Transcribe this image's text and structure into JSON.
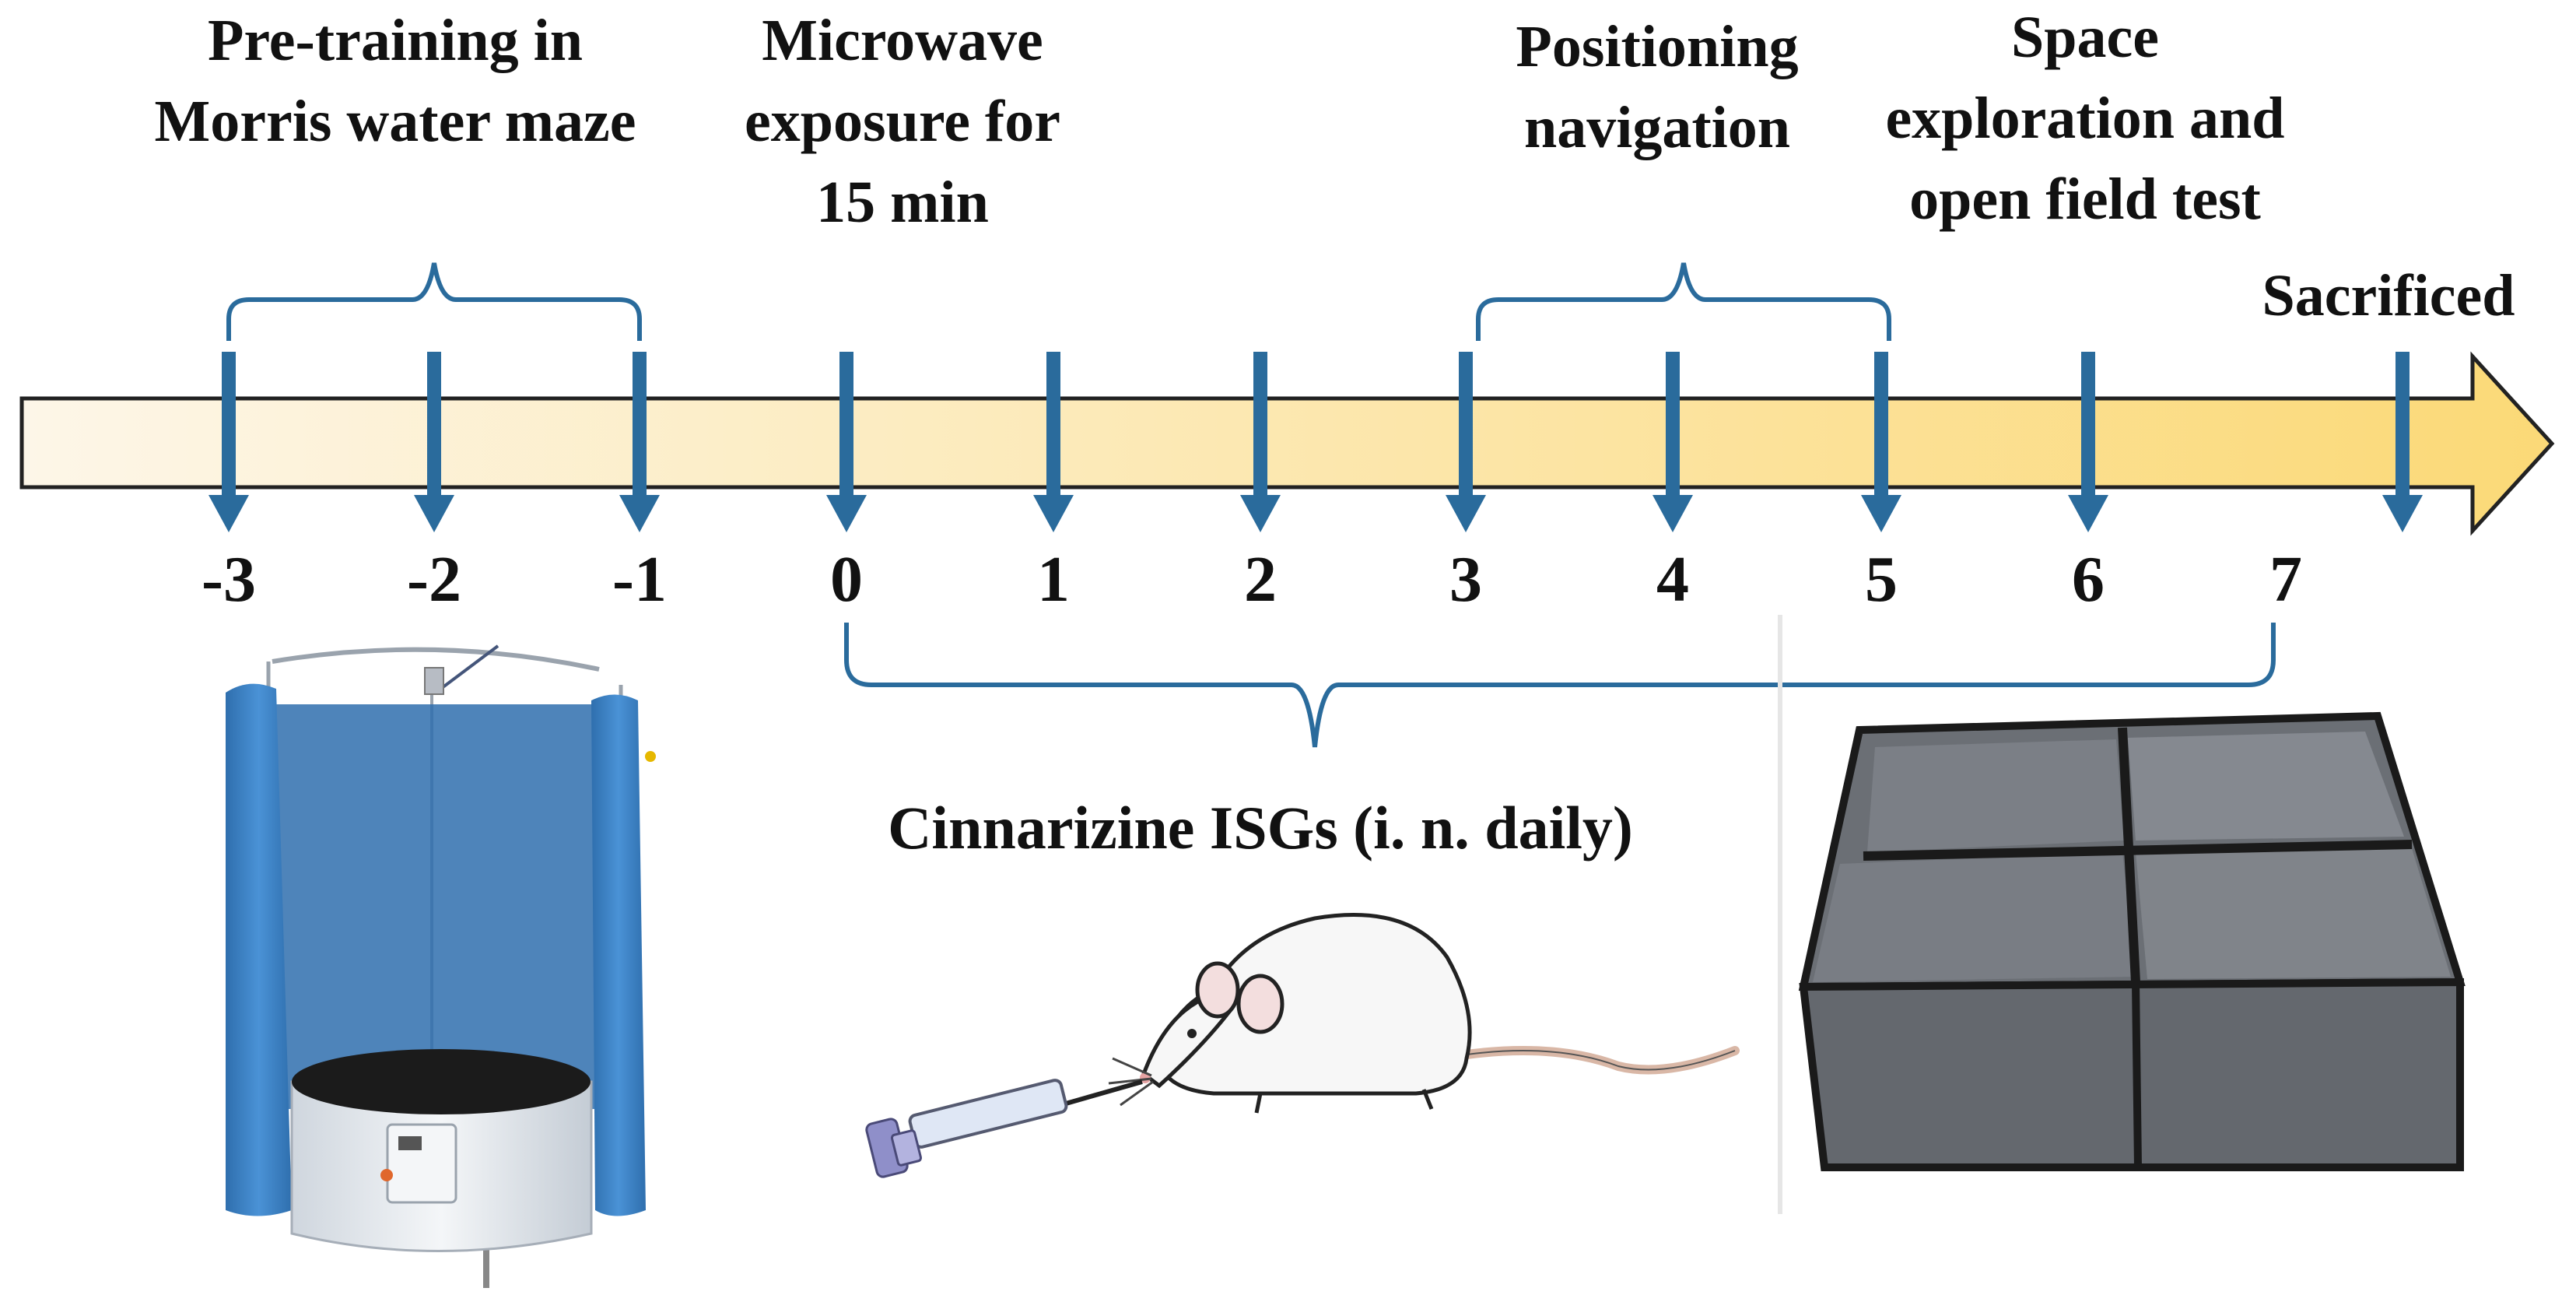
{
  "stages": [
    {
      "key": "pretrain",
      "lines": [
        "Pre-training in",
        "Morris water maze"
      ]
    },
    {
      "key": "microwave",
      "lines": [
        "Microwave",
        "exposure for",
        "15 min"
      ]
    },
    {
      "key": "positioning",
      "lines": [
        "Positioning",
        "navigation"
      ]
    },
    {
      "key": "space",
      "lines": [
        "Space",
        "exploration and",
        "open field test"
      ]
    },
    {
      "key": "sacrificed",
      "lines": [
        "Sacrificed"
      ]
    }
  ],
  "days": [
    "-3",
    "-2",
    "-1",
    "0",
    "1",
    "2",
    "3",
    "4",
    "5",
    "6",
    "7"
  ],
  "treatment_label": "Cinnarizine ISGs (i. n. daily)",
  "illustrations": [
    "morris-water-maze-apparatus",
    "rat-intranasal-injection",
    "open-field-box"
  ],
  "colors": {
    "timeline_start": "#fdf6e8",
    "timeline_end": "#fbd977",
    "timeline_stroke": "#222222",
    "marker": "#2a6b9c",
    "brace": "#2a6b9c",
    "curtain": "#3b82c4",
    "maze_tank": "#e9edf2",
    "box": "#5f6369"
  }
}
